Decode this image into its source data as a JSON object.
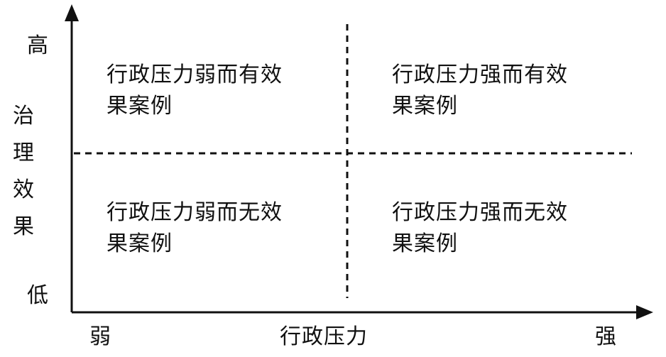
{
  "y_axis": {
    "label": "治理效果",
    "high": "高",
    "low": "低"
  },
  "x_axis": {
    "label": "行政压力",
    "weak": "弱",
    "strong": "强"
  },
  "quadrants": {
    "top_left": "行政压力弱而有效果案例",
    "top_right": "行政压力强而有效果案例",
    "bottom_left": "行政压力弱而无效果案例",
    "bottom_right": "行政压力强而无效果案例"
  },
  "colors": {
    "line": "#111111",
    "background": "#ffffff"
  }
}
